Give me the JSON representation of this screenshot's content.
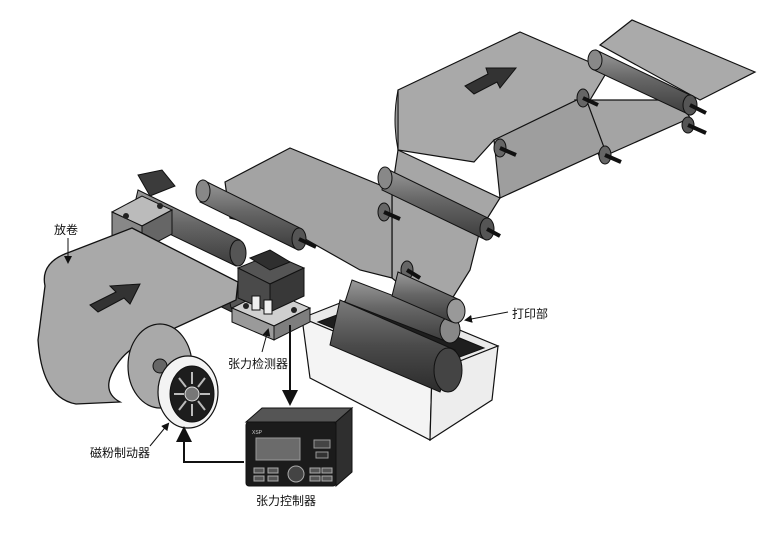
{
  "labels": {
    "unwind": "放卷",
    "tension_sensor": "张力检测器",
    "printing_unit": "打印部",
    "magnetic_powder_brake": "磁粉制动器",
    "tension_controller": "张力控制器"
  },
  "controller": {
    "brand": "XSP"
  },
  "colors": {
    "web": "#a9a9a9",
    "roller": "#6f6f6f",
    "dark": "#2a2a2a",
    "tray": "#f2f2f2"
  }
}
